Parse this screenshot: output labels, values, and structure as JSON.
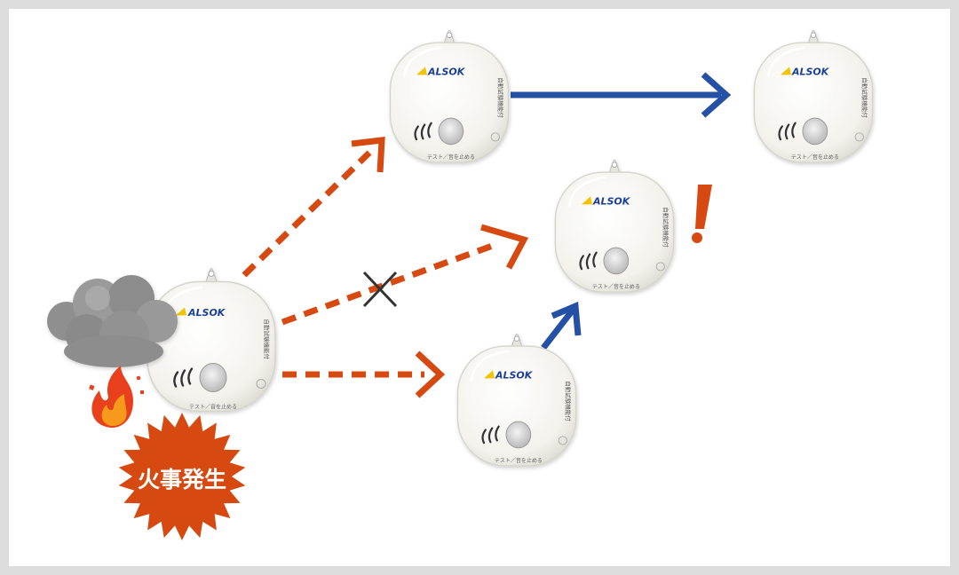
{
  "badge": {
    "label": "火事発生",
    "color": "#d64a12"
  },
  "detector": {
    "brand": "ALSOK",
    "side_text": "自動試験機能付",
    "bottom_text": "テスト／音を止める",
    "count": 5
  },
  "arrows": {
    "wireless_color": "#d64a12",
    "relay_color": "#2451a5"
  },
  "symbols": {
    "blocked_mark": "×",
    "alert_mark": "!",
    "alert_color": "#d64a12"
  },
  "icons": [
    "smoke-cloud-icon",
    "flame-icon",
    "alert-burst-icon"
  ]
}
